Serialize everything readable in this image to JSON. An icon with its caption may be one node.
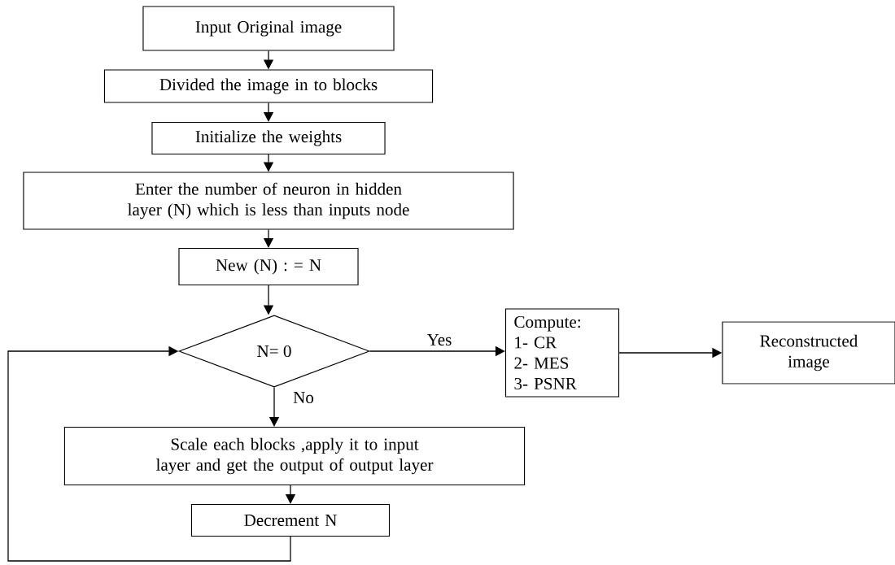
{
  "diagram": {
    "nodes": [
      {
        "text": [
          "Input Original image"
        ]
      },
      {
        "text": [
          "Divided the image in to blocks"
        ]
      },
      {
        "text": [
          "Initialize the weights"
        ]
      },
      {
        "text": [
          "Enter the number of neuron in hidden layer (N) which is less than inputs node"
        ]
      },
      {
        "text": [
          "New (N) : = N"
        ]
      },
      {
        "text": [
          "N= 0"
        ]
      },
      {
        "text": [
          "Compute:",
          "1- CR",
          "2- MES",
          "3- PSNR"
        ]
      },
      {
        "text": [
          "Reconstructed image"
        ]
      },
      {
        "text": [
          "Scale each blocks ,apply it to input layer and get the output of output layer"
        ]
      },
      {
        "text": [
          "Decrement N"
        ]
      }
    ],
    "edges": [
      {
        "from": 0,
        "to": 1,
        "arrow": "to"
      },
      {
        "from": 1,
        "to": 2,
        "arrow": "to"
      },
      {
        "from": 2,
        "to": 3,
        "arrow": "to"
      },
      {
        "from": 3,
        "to": 4,
        "arrow": "to"
      },
      {
        "from": 4,
        "to": 5,
        "arrow": "to"
      },
      {
        "from": 5,
        "to": 6,
        "arrow": "to",
        "label": "Yes"
      },
      {
        "from": 6,
        "to": 7,
        "arrow": "to"
      },
      {
        "from": 5,
        "to": 8,
        "arrow": "to",
        "label": "No"
      },
      {
        "from": 8,
        "to": 9,
        "arrow": "to"
      },
      {
        "from": 9,
        "to": 5,
        "arrow": "to"
      }
    ]
  }
}
